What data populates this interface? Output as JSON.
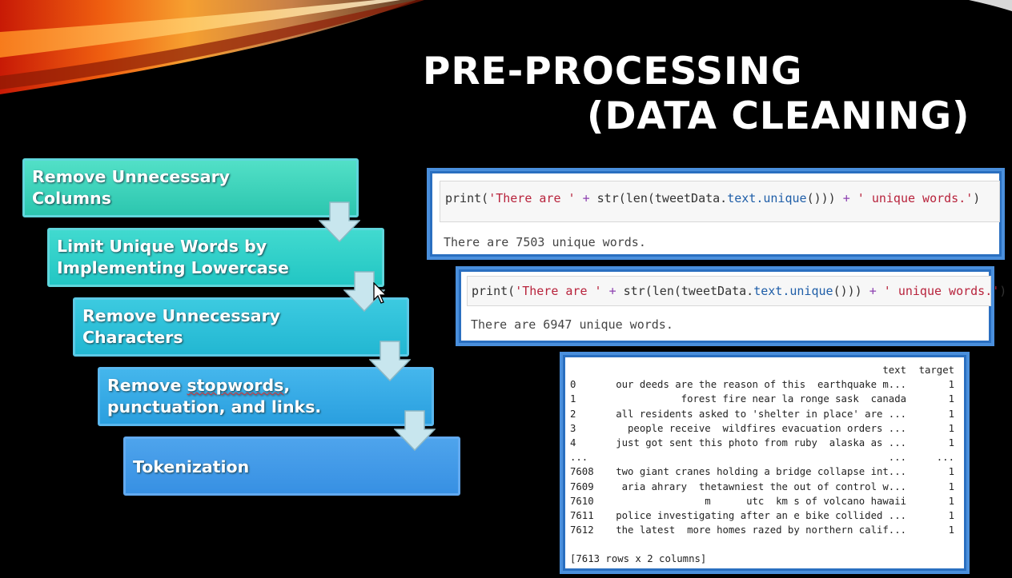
{
  "slide": {
    "title_line1": "PRE-PROCESSING",
    "title_line2": "(DATA CLEANING)"
  },
  "steps": [
    {
      "line1": "Remove Unnecessary",
      "line2": "Columns"
    },
    {
      "line1": "Limit Unique Words by",
      "line2": "Implementing Lowercase"
    },
    {
      "line1": "Remove Unnecessary",
      "line2": "Characters"
    },
    {
      "line1_pre": "Remove ",
      "line1_mark": "stopwords",
      "line1_post": ",",
      "line2": "punctuation, and links."
    },
    {
      "line1": "Tokenization"
    }
  ],
  "panel1": {
    "code": {
      "fn": "print(",
      "s1": "'There are '",
      "plus1": " + ",
      "call": "str(len(tweetData.",
      "attr": "text.unique",
      "close": "()))",
      "plus2": " + ",
      "s2": "' unique words.'",
      "end": ")"
    },
    "output": "There are 7503 unique words."
  },
  "panel2": {
    "code": {
      "fn": "print(",
      "s1": "'There are '",
      "plus1": " + ",
      "call": "str(len(tweetData.",
      "attr": "text.unique",
      "close": "()))",
      "plus2": " + ",
      "s2": "' unique words.'",
      "end": ")"
    },
    "output": "There are 6947 unique words."
  },
  "dataframe": {
    "headers": [
      "",
      "text",
      "target"
    ],
    "rows": [
      [
        "0",
        "our deeds are the reason of this  earthquake m...",
        "1"
      ],
      [
        "1",
        "forest fire near la ronge sask  canada",
        "1"
      ],
      [
        "2",
        "all residents asked to 'shelter in place' are ...",
        "1"
      ],
      [
        "3",
        "people receive  wildfires evacuation orders ...",
        "1"
      ],
      [
        "4",
        "just got sent this photo from ruby  alaska as ...",
        "1"
      ],
      [
        "...",
        "...",
        "..."
      ],
      [
        "7608",
        "two giant cranes holding a bridge collapse int...",
        "1"
      ],
      [
        "7609",
        "aria ahrary  thetawniest the out of control w...",
        "1"
      ],
      [
        "7610",
        "m      utc  km s of volcano hawaii",
        "1"
      ],
      [
        "7611",
        "police investigating after an e bike collided ...",
        "1"
      ],
      [
        "7612",
        "the latest  more homes razed by northern calif...",
        "1"
      ]
    ],
    "footer": "[7613 rows x 2 columns]"
  }
}
